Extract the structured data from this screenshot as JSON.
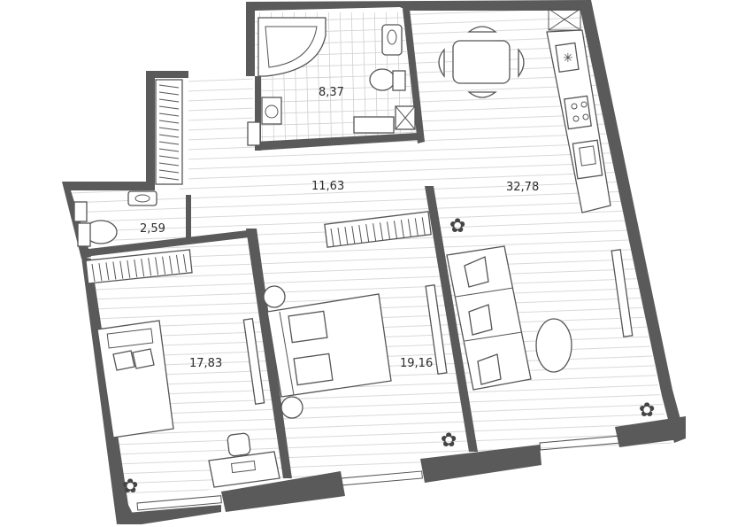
{
  "rooms": [
    {
      "id": "bathroom",
      "area": "8,37"
    },
    {
      "id": "hallway",
      "area": "11,63"
    },
    {
      "id": "toilet",
      "area": "2,59"
    },
    {
      "id": "living-kitchen",
      "area": "32,78"
    },
    {
      "id": "bedroom-left",
      "area": "17,83"
    },
    {
      "id": "bedroom-middle",
      "area": "19,16"
    }
  ],
  "colors": {
    "wall": "#5a5a5a",
    "floor": "#d9d9d9",
    "furniture": "#555555"
  }
}
